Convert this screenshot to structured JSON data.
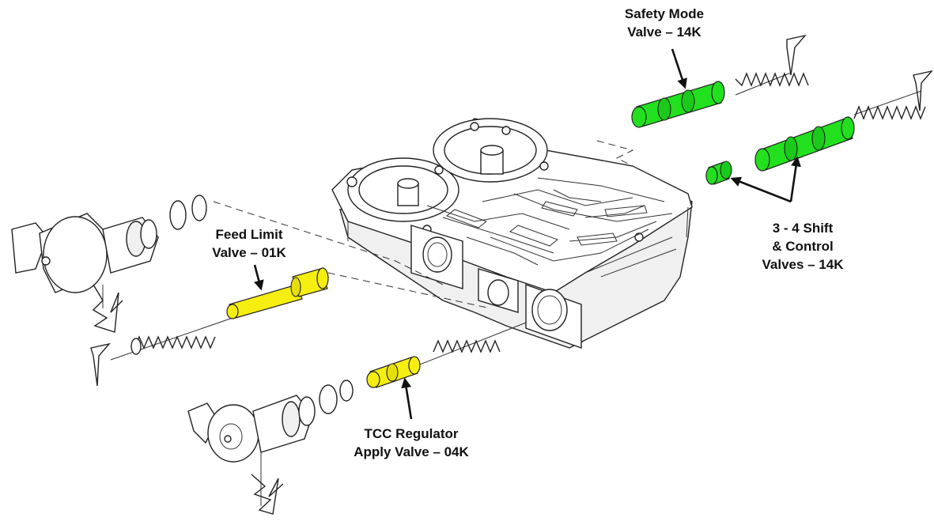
{
  "labels": {
    "safety_mode": [
      "Safety Mode",
      "Valve – 14K"
    ],
    "shift_control": [
      "3 - 4  Shift",
      "& Control",
      "Valves – 14K"
    ],
    "feed_limit": [
      "Feed Limit",
      "Valve – 01K"
    ],
    "tcc_regulator": [
      "TCC Regulator",
      "Apply Valve – 04K"
    ]
  },
  "colors": {
    "green_valve": "#22e01e",
    "yellow_valve": "#f5ee10",
    "outline": "#222222"
  },
  "icons": [
    "valve-body",
    "solenoid",
    "spring",
    "retaining-clip",
    "o-ring",
    "valve-spool"
  ]
}
